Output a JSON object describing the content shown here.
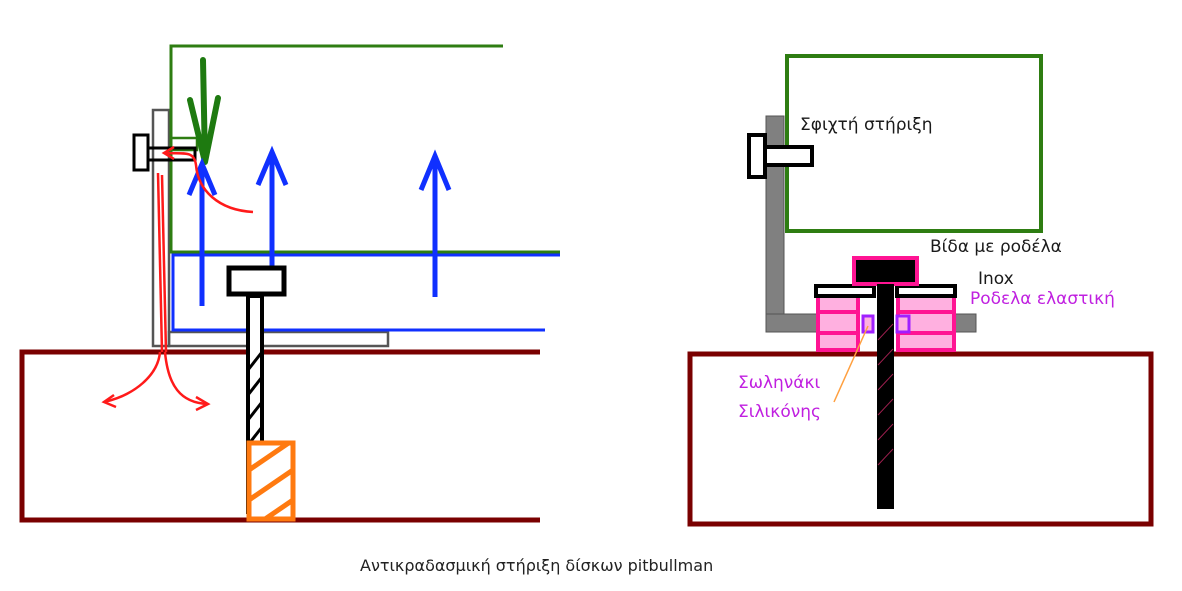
{
  "colors": {
    "case": "#7a0000",
    "disk_outline": "#2e7d12",
    "blue": "#1030ff",
    "red": "#ff1a1a",
    "green_arrow": "#1e7a10",
    "bracket_gray": "#707070",
    "screw": "#000000",
    "orange": "#ff7a10",
    "pink": "#ff1493",
    "pink_fill": "#ffb0e0",
    "purple": "#c020e0",
    "annotation_line": "#ffa040"
  },
  "labels": {
    "tight_mount": "Σφιχτή στήριξη",
    "screw_with_washer": "Βίδα με ροδέλα",
    "inox": "Inox",
    "elastic_washer": "Ροδελα ελαστική",
    "silicone_tube_line1": "Σωληνάκι",
    "silicone_tube_line2": "Σιλικόνης"
  },
  "caption": "Αντικραδασμική στήριξη δίσκων  pitbullman"
}
